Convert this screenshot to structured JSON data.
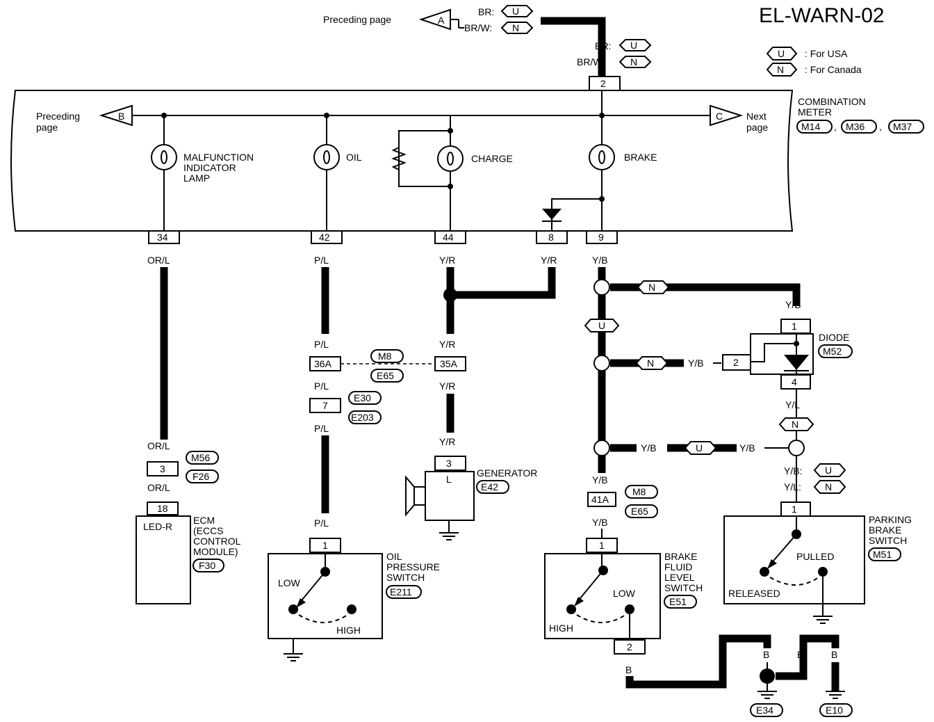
{
  "title": "EL-WARN-02",
  "legend": {
    "usa_code": "U",
    "usa_text": ": For USA",
    "canada_code": "N",
    "canada_text": ": For Canada"
  },
  "offpage": {
    "top_text": "Preceding page",
    "top_ref": "A",
    "left_text_1": "Preceding",
    "left_text_2": "page",
    "left_ref": "B",
    "right_text_1": "Next",
    "right_text_2": "page",
    "right_ref": "C"
  },
  "wires": {
    "br": "BR:",
    "brw": "BR/W:",
    "u": "U",
    "n": "N",
    "orl": "OR/L",
    "pl": "P/L",
    "yr": "Y/R",
    "yb": "Y/B",
    "yl": "Y/L",
    "yb_colon": "Y/B:",
    "yl_colon": "Y/L:",
    "b": "B"
  },
  "meter": {
    "title_1": "COMBINATION",
    "title_2": "METER",
    "conn_1": "M14",
    "conn_2": "M36",
    "conn_3": "M37",
    "sep": ",",
    "mil_1": "MALFUNCTION",
    "mil_2": "INDICATOR",
    "mil_3": "LAMP",
    "oil": "OIL",
    "charge": "CHARGE",
    "brake": "BRAKE",
    "top_pin": "2",
    "pins": [
      "34",
      "42",
      "44",
      "8",
      "9"
    ]
  },
  "joints": {
    "m8": "M8",
    "e65": "E65",
    "e30": "E30",
    "e203": "E203",
    "m56": "M56",
    "f26": "F26",
    "pin_36a": "36A",
    "pin_35a": "35A",
    "pin_7": "7",
    "pin_3": "3",
    "pin_41a": "41A"
  },
  "ecm": {
    "pin": "18",
    "inner": "LED-R",
    "l1": "ECM",
    "l2": "(ECCS",
    "l3": "CONTROL",
    "l4": "MODULE)",
    "conn": "F30"
  },
  "oil_switch": {
    "pin": "1",
    "l1": "OIL",
    "l2": "PRESSURE",
    "l3": "SWITCH",
    "conn": "E211",
    "low": "LOW",
    "high": "HIGH"
  },
  "generator": {
    "pin": "3",
    "inner": "L",
    "l1": "GENERATOR",
    "conn": "E42"
  },
  "diode": {
    "l1": "DIODE",
    "conn": "M52",
    "pin1": "1",
    "pin2": "2",
    "pin4": "4"
  },
  "brake_fluid": {
    "pin1": "1",
    "pin2": "2",
    "l1": "BRAKE",
    "l2": "FLUID",
    "l3": "LEVEL",
    "l4": "SWITCH",
    "conn": "E51",
    "low": "LOW",
    "high": "HIGH"
  },
  "parking": {
    "pin": "1",
    "l1": "PARKING",
    "l2": "BRAKE",
    "l3": "SWITCH",
    "conn": "M51",
    "pulled": "PULLED",
    "released": "RELEASED"
  },
  "grounds": {
    "e34": "E34",
    "e10": "E10"
  }
}
